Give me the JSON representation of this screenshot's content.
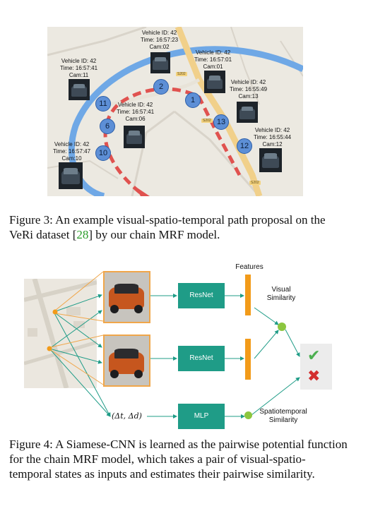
{
  "figure3": {
    "vehicles": [
      {
        "id": "Vehicle ID: 42",
        "time": "Time: 16:57:23",
        "cam": "Cam:02"
      },
      {
        "id": "Vehicle ID: 42",
        "time": "Time: 16:57:01",
        "cam": "Cam:01"
      },
      {
        "id": "Vehicle ID: 42",
        "time": "Time: 16:57:41",
        "cam": "Cam:11"
      },
      {
        "id": "Vehicle ID: 42",
        "time": "Time: 16:55:49",
        "cam": "Cam:13"
      },
      {
        "id": "Vehicle ID: 42",
        "time": "Time: 16:57:41",
        "cam": "Cam:06"
      },
      {
        "id": "Vehicle ID: 42",
        "time": "Time: 16:55:44",
        "cam": "Cam:12"
      },
      {
        "id": "Vehicle ID: 42",
        "time": "Time: 16:57:47",
        "cam": "Cam:10"
      }
    ],
    "nodes": [
      "2",
      "1",
      "11",
      "6",
      "13",
      "12",
      "10"
    ],
    "road_markers": [
      "S202",
      "S202",
      "S202"
    ],
    "caption_prefix": "Figure 3: An example visual-spatio-temporal path proposal on the VeRi dataset [",
    "caption_ref": "28",
    "caption_suffix": "] by our chain MRF model."
  },
  "figure4": {
    "features_label": "Features",
    "resnet_top": "ResNet",
    "resnet_bottom": "ResNet",
    "mlp": "MLP",
    "visual_similarity": "Visual\nSimilarity",
    "spatiotemporal_similarity": "Spatiotemporal\nSimilarity",
    "delta_input": "(Δt, Δd)",
    "accept_symbol": "✔",
    "reject_symbol": "✖",
    "caption": "Figure 4: A Siamese-CNN is learned as the pairwise potential function for the chain MRF model, which takes a pair of visual-spatio-temporal states as inputs and estimates their pairwise similarity."
  },
  "colors": {
    "river": "#6fa8e6",
    "highway": "#f1d08a",
    "path": "#e0524f",
    "node": "#5d8fd6",
    "box": "#1f9c87",
    "feature": "#f29b1a",
    "dot": "#8cc63f",
    "outline": "#f0a64a"
  }
}
